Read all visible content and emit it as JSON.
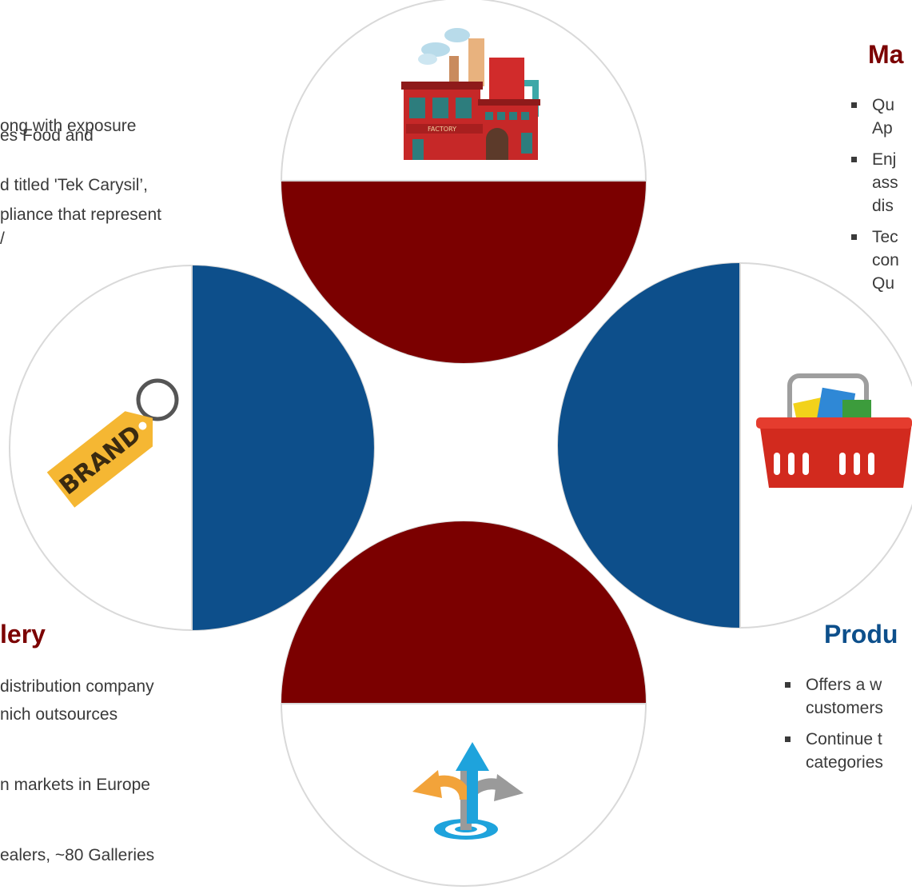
{
  "left_top": {
    "lines": [
      "ong with exposure",
      "es Food and",
      "d titled 'Tek Carysil’,",
      "pliance that represent",
      "/"
    ]
  },
  "left_bottom": {
    "heading": "lery",
    "lines": [
      "distribution company",
      "nich outsources",
      "n markets in Europe",
      "ealers, ~80 Galleries"
    ]
  },
  "right_top": {
    "heading": "Ma",
    "bullets": [
      [
        "Qu",
        "Ap"
      ],
      [
        "Enj",
        "ass",
        "dis"
      ],
      [
        "Tec",
        "con",
        "Qu"
      ]
    ]
  },
  "right_bottom": {
    "heading": "Produ",
    "bullets": [
      [
        "Offers a w",
        "customers"
      ],
      [
        "Continue t",
        "categories"
      ]
    ]
  },
  "icons": {
    "top": "factory-icon",
    "left": "brand-tag-icon",
    "right": "shopping-basket-icon",
    "bottom": "direction-arrows-icon",
    "factory_sign": "FACTORY",
    "tag_text": "BRAND"
  },
  "colors": {
    "maroon": "#7b0000",
    "navy": "#0d4f8b",
    "circle_outline": "#d9d9d9"
  }
}
